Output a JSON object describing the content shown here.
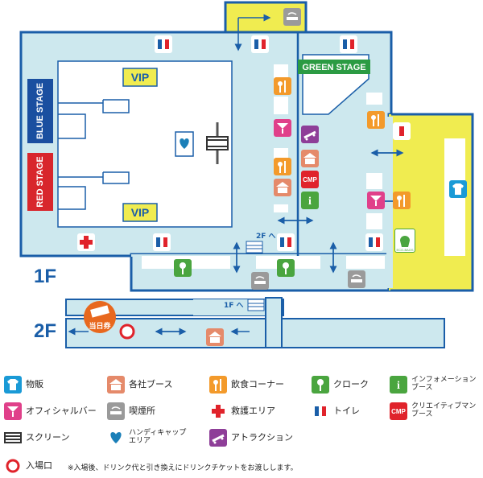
{
  "floors": {
    "f1": "1F",
    "f2": "2F"
  },
  "stages": {
    "blue": "BLUE STAGE",
    "red": "RED STAGE",
    "green": "GREEN STAGE"
  },
  "vip": {
    "top": "VIP",
    "bottom": "VIP"
  },
  "stairs": {
    "up_2f": "2F へ",
    "up_1f": "1F へ"
  },
  "cmp_badge": "CMP",
  "info_badge": "i",
  "ticket_badge": "当日券",
  "eco_label": "ECO-BAGS",
  "legend": {
    "merch": "物販",
    "booth": "各社ブース",
    "food": "飲食コーナー",
    "cloak": "クローク",
    "info": "インフォメーション\nブース",
    "bar": "オフィシャルバー",
    "smoking": "喫煙所",
    "firstaid": "救護エリア",
    "toilet": "トイレ",
    "creative": "クリエイティブマン\nブース",
    "screen": "スクリーン",
    "handicap": "ハンディキャップ\nエリア",
    "attraction": "アトラクション",
    "entrance": "入場口",
    "note": "※入場後、ドリンク代と引き換えにドリンクチケットをお渡しします。"
  },
  "colors": {
    "floor": "#cde8ee",
    "border": "#1a5ea8",
    "yellow": "#f0ec50",
    "blue_stage": "#1a4fa0",
    "red_stage": "#d8262c",
    "green_stage": "#2b9b43",
    "merch": "#1a9ad6",
    "food": "#f39a2b",
    "booth": "#e58a6a",
    "bar": "#e0408a",
    "attraction": "#8e3e98",
    "cloak": "#4aa53f",
    "firstaid": "#e0232b",
    "smoking": "#9a9a9a",
    "entrance": "#e0232b"
  }
}
